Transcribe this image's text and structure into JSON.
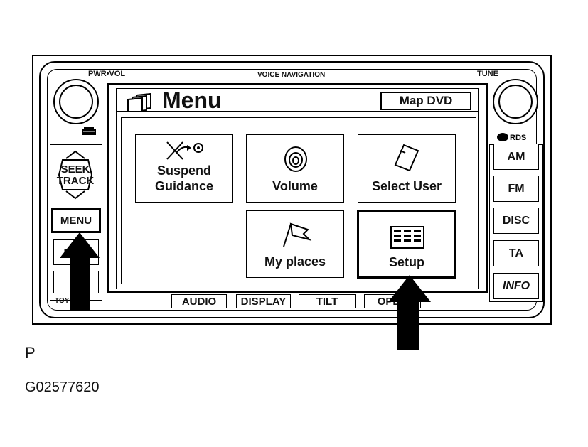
{
  "labels": {
    "pwr_vol": "PWR•VOL",
    "voice_navigation": "VOICE NAVIGATION",
    "tune": "TUNE",
    "brand": "TOYOTA"
  },
  "left_controls": {
    "seek_track": [
      "SEEK",
      "TRACK"
    ],
    "menu": "MENU",
    "dest": "DEST"
  },
  "right_controls": [
    "AM",
    "FM",
    "DISC",
    "TA",
    "INFO"
  ],
  "screen": {
    "title": "Menu",
    "map_dvd": "Map DVD",
    "tiles": [
      {
        "label_lines": [
          "Suspend",
          "Guidance"
        ],
        "icon": "flag-arrow-icon",
        "selected": false
      },
      {
        "label_lines": [
          "Volume"
        ],
        "icon": "speaker-icon",
        "selected": false
      },
      {
        "label_lines": [
          "Select User"
        ],
        "icon": "card-icon",
        "selected": false
      },
      {
        "label_lines": [
          "My places"
        ],
        "icon": "flag-icon",
        "selected": false
      },
      {
        "label_lines": [
          "Setup"
        ],
        "icon": "settings-panel-icon",
        "selected": true
      }
    ]
  },
  "bottom_buttons": [
    "AUDIO",
    "DISPLAY",
    "TILT",
    "OPEN"
  ],
  "caption": {
    "letter": "P",
    "code": "G02577620"
  }
}
